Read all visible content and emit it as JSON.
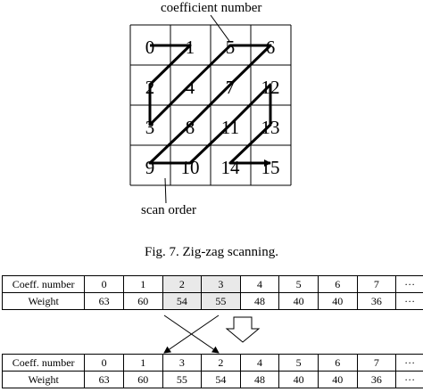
{
  "diagram": {
    "labels": {
      "coefficient_number": "coefficient number",
      "scan_order": "scan order"
    },
    "grid_numbers": [
      "0",
      "1",
      "5",
      "6",
      "2",
      "4",
      "7",
      "12",
      "3",
      "8",
      "11",
      "13",
      "9",
      "10",
      "14",
      "15"
    ],
    "scan_path": [
      0,
      1,
      4,
      8,
      5,
      2,
      3,
      6,
      9,
      12,
      13,
      10,
      7,
      11,
      14,
      15
    ]
  },
  "caption": "Fig. 7.    Zig-zag scanning.",
  "table_before": {
    "rows": [
      {
        "header": "Coeff. number",
        "cells": [
          "0",
          "1",
          "2",
          "3",
          "4",
          "5",
          "6",
          "7",
          "···"
        ]
      },
      {
        "header": "Weight",
        "cells": [
          "63",
          "60",
          "54",
          "55",
          "48",
          "40",
          "40",
          "36",
          "···"
        ]
      }
    ]
  },
  "table_after": {
    "rows": [
      {
        "header": "Coeff. number",
        "cells": [
          "0",
          "1",
          "3",
          "2",
          "4",
          "5",
          "6",
          "7",
          "···"
        ]
      },
      {
        "header": "Weight",
        "cells": [
          "63",
          "60",
          "55",
          "54",
          "48",
          "40",
          "40",
          "36",
          "···"
        ]
      }
    ]
  }
}
